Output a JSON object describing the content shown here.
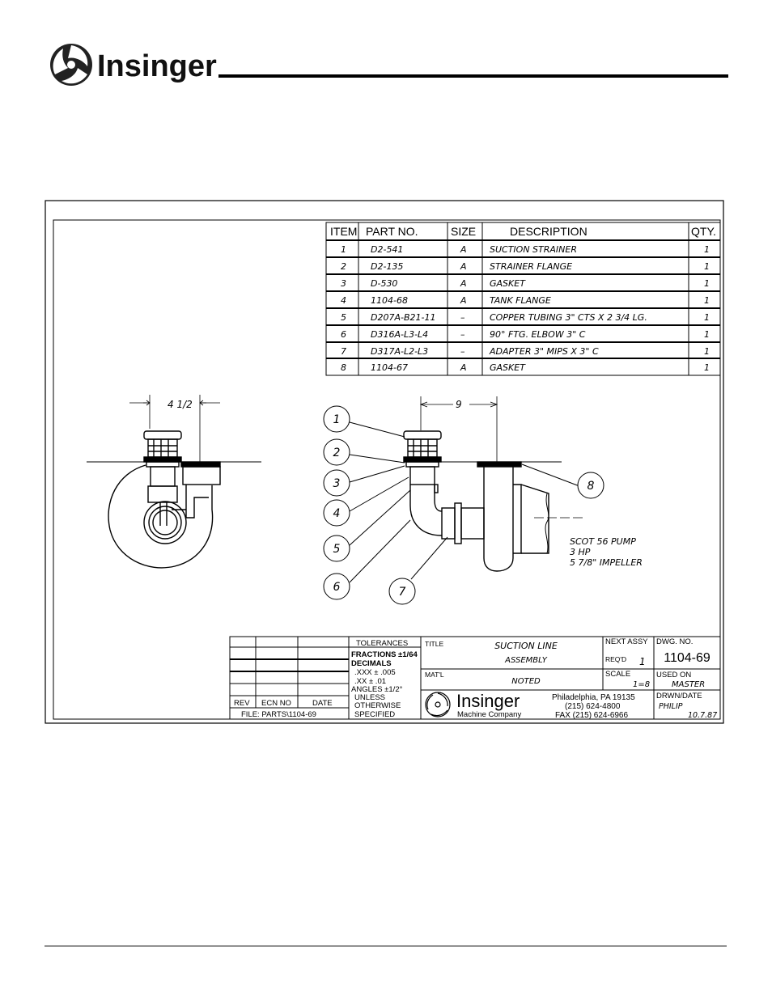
{
  "header": {
    "brand": "Insinger"
  },
  "parts_table": {
    "headers": {
      "item": "ITEM",
      "part_no": "PART NO.",
      "size": "SIZE",
      "description": "DESCRIPTION",
      "qty": "QTY."
    },
    "rows": [
      {
        "item": "1",
        "part_no": "D2-541",
        "size": "A",
        "description": "SUCTION STRAINER",
        "qty": "1"
      },
      {
        "item": "2",
        "part_no": "D2-135",
        "size": "A",
        "description": "STRAINER FLANGE",
        "qty": "1"
      },
      {
        "item": "3",
        "part_no": "D-530",
        "size": "A",
        "description": "GASKET",
        "qty": "1"
      },
      {
        "item": "4",
        "part_no": "1104-68",
        "size": "A",
        "description": "TANK FLANGE",
        "qty": "1"
      },
      {
        "item": "5",
        "part_no": "D207A-B21-11",
        "size": "–",
        "description": "COPPER TUBING 3\" CTS X 2 3/4 LG.",
        "qty": "1"
      },
      {
        "item": "6",
        "part_no": "D316A-L3-L4",
        "size": "–",
        "description": "90° FTG. ELBOW 3\" C",
        "qty": "1"
      },
      {
        "item": "7",
        "part_no": "D317A-L2-L3",
        "size": "–",
        "description": "ADAPTER 3\" MIPS X 3\" C",
        "qty": "1"
      },
      {
        "item": "8",
        "part_no": "1104-67",
        "size": "A",
        "description": "GASKET",
        "qty": "1"
      }
    ]
  },
  "drawing": {
    "left_dimension": "4 1/2",
    "right_dimension": "9",
    "balloons": [
      "1",
      "2",
      "3",
      "4",
      "5",
      "6",
      "7",
      "8"
    ],
    "pump_note": [
      "SCOT 56 PUMP",
      "3 HP",
      "5 7/8\" IMPELLER"
    ]
  },
  "title_block": {
    "rev_labels": {
      "rev": "REV",
      "ecn": "ECN NO",
      "date": "DATE"
    },
    "file": "FILE: PARTS\\1104-69",
    "tolerances": {
      "title": "TOLERANCES",
      "fractions": "FRACTIONS ±1/64",
      "decimals": "DECIMALS",
      "xxx": ".XXX  ±  .005",
      "xx": ".XX   ±  .01",
      "angles": "ANGLES ±1/2°",
      "unless": "UNLESS",
      "otherwise": "OTHERWISE",
      "specified": "SPECIFIED"
    },
    "title_label": "TITLE",
    "title_line1": "SUCTION LINE",
    "title_line2": "ASSEMBLY",
    "matl_label": "MAT'L",
    "matl_value": "NOTED",
    "next_assy_label": "NEXT ASSY",
    "reqd_label": "REQ'D",
    "reqd_value": "1",
    "scale_label": "SCALE",
    "scale_value": "1=8",
    "dwg_no_label": "DWG. NO.",
    "dwg_no_value": "1104-69",
    "used_on_label": "USED ON",
    "used_on_value": "MASTER",
    "drawn_label": "DRWN/DATE",
    "drawn_by": "PHILIP",
    "drawn_date": "10.7.87",
    "company_name": "Insinger",
    "company_sub": "Machine Company",
    "address": "Philadelphia, PA 19135",
    "phone": "(215) 624-4800",
    "fax": "FAX (215) 624-6966"
  }
}
